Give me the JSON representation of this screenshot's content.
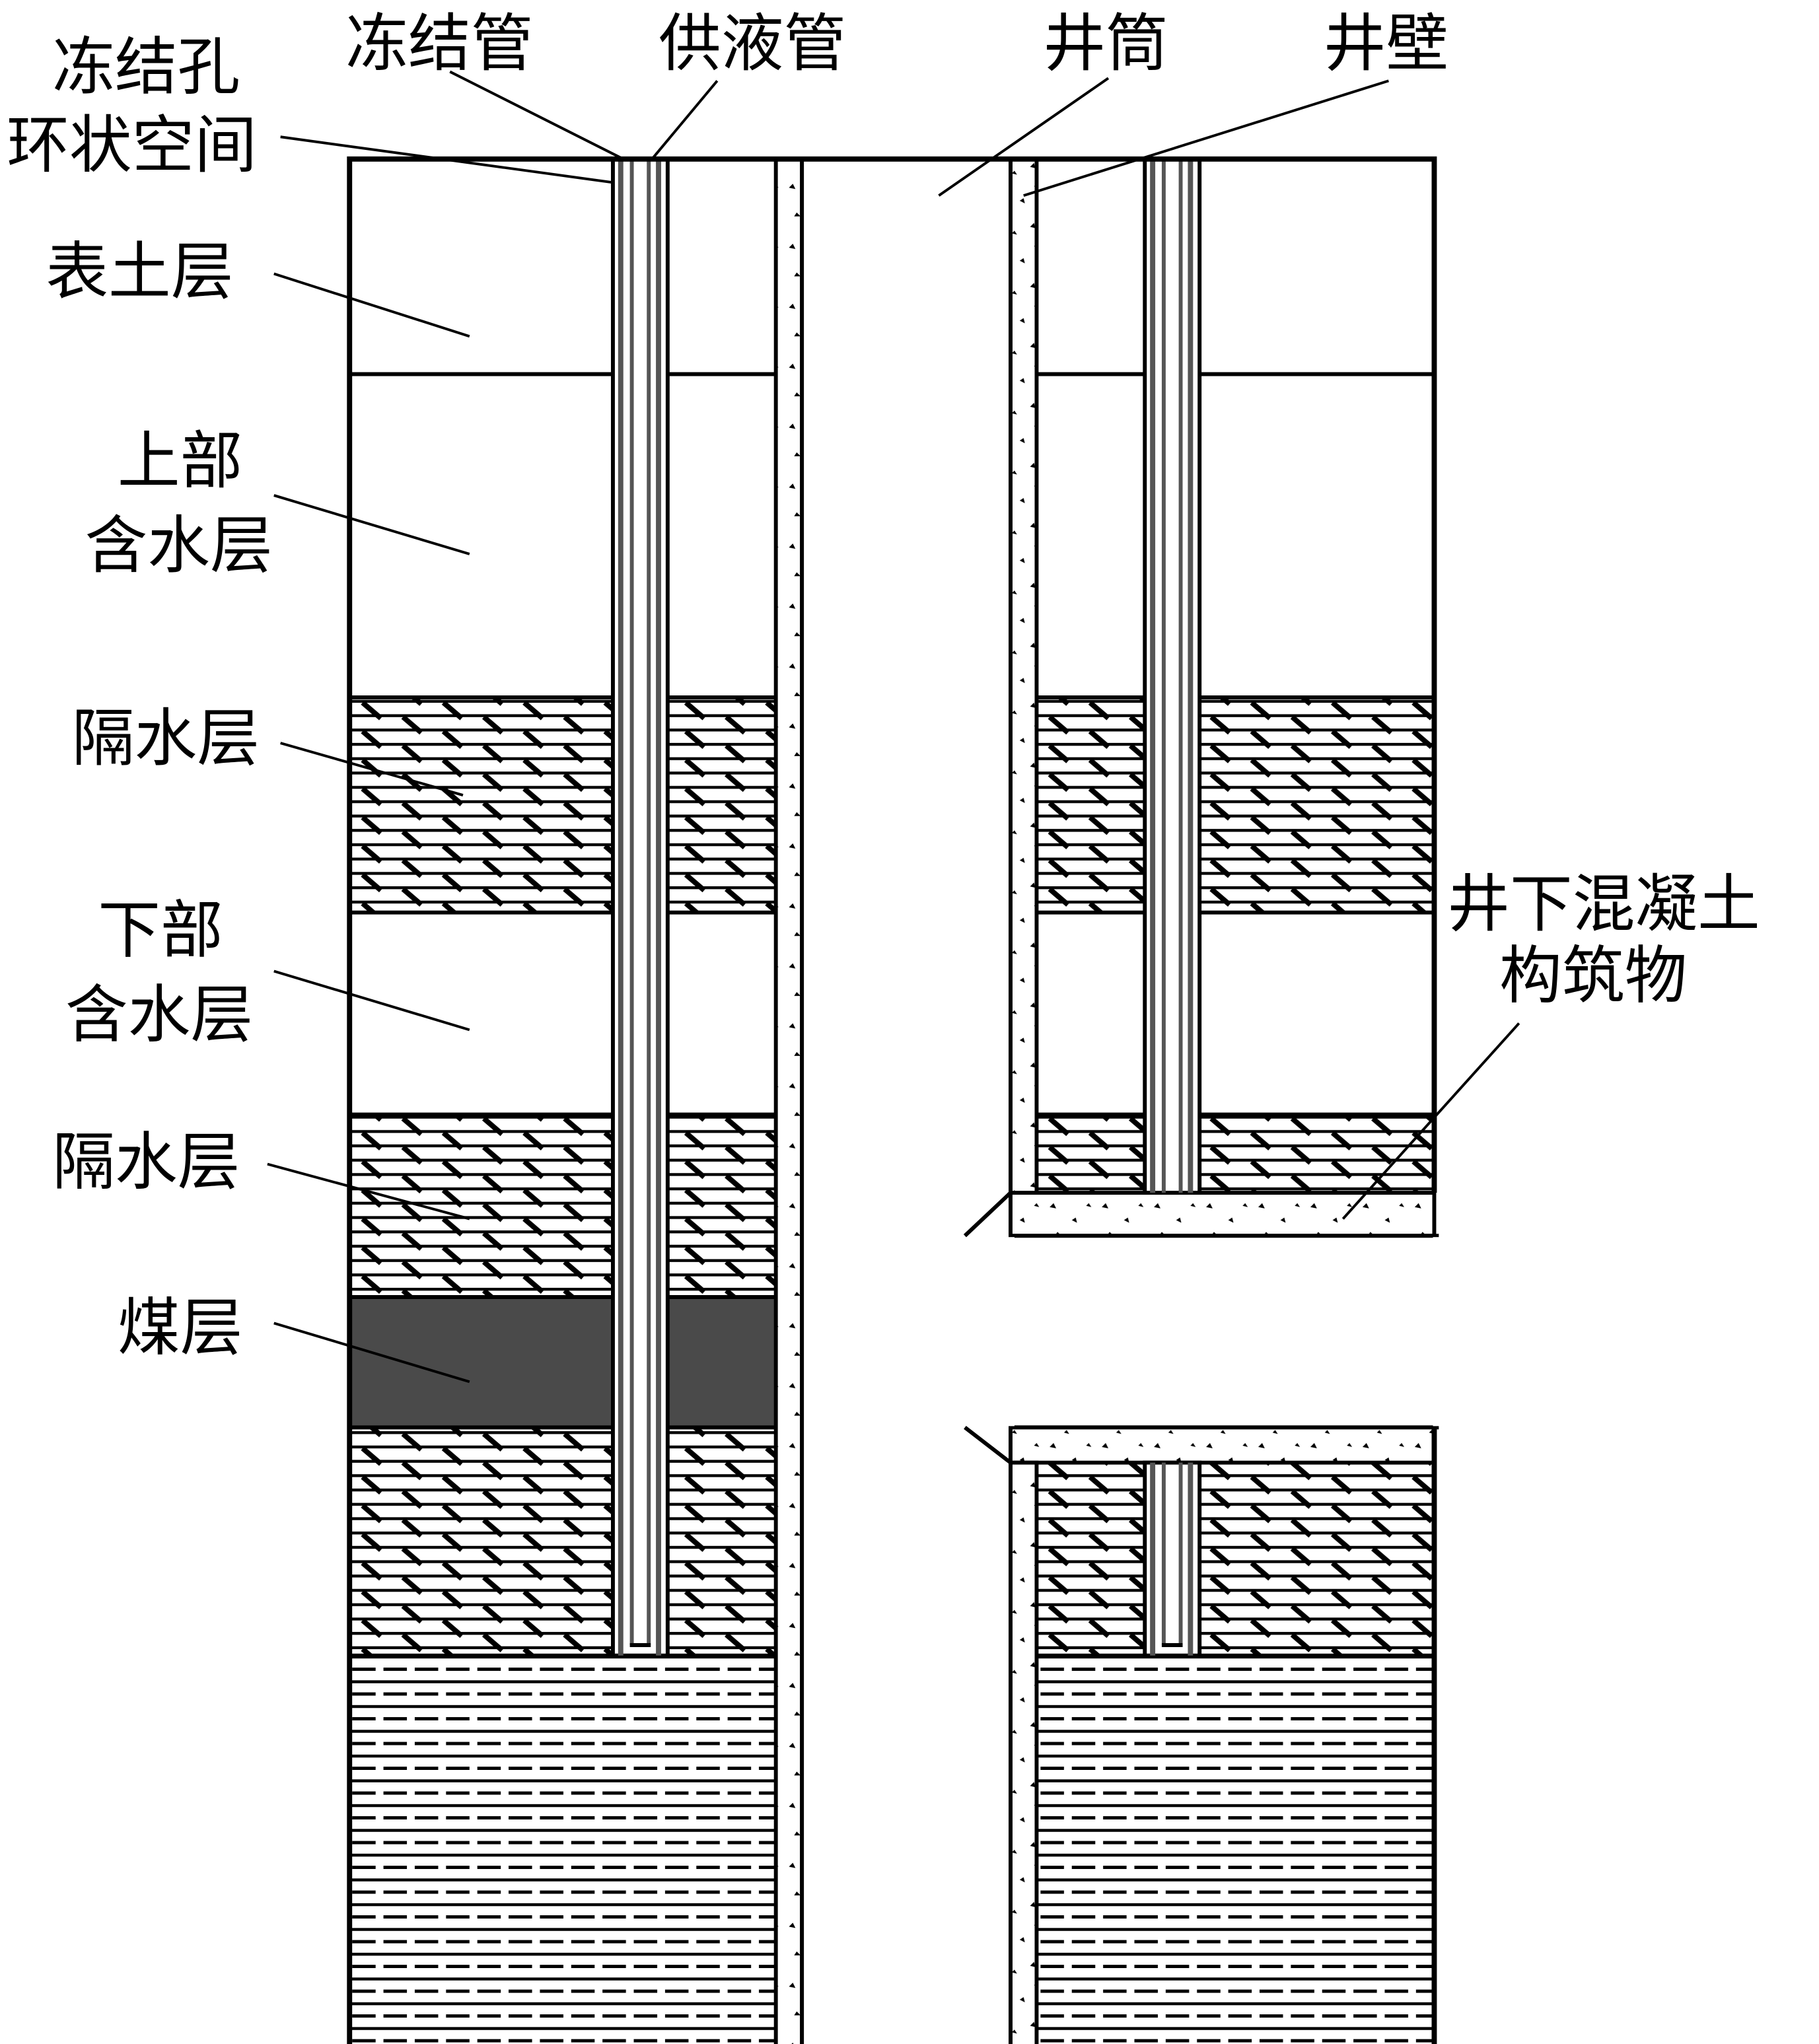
{
  "labels": {
    "freeze_hole_annulus_line1": "冻结孔",
    "freeze_hole_annulus_line2": "环状空间",
    "freeze_pipe": "冻结管",
    "supply_pipe": "供液管",
    "shaft": "井筒",
    "shaft_wall": "井壁",
    "topsoil": "表土层",
    "upper_aquifer_line1": "上部",
    "upper_aquifer_line2": "含水层",
    "aquitard_1": "隔水层",
    "lower_aquifer_line1": "下部",
    "lower_aquifer_line2": "含水层",
    "aquitard_2": "隔水层",
    "coal_seam": "煤层",
    "underground_structure_line1": "井下混凝土",
    "underground_structure_line2": "构筑物"
  },
  "colors": {
    "coal": "#4a4a4a",
    "pipe_gray": "#555555",
    "line": "#000000"
  }
}
